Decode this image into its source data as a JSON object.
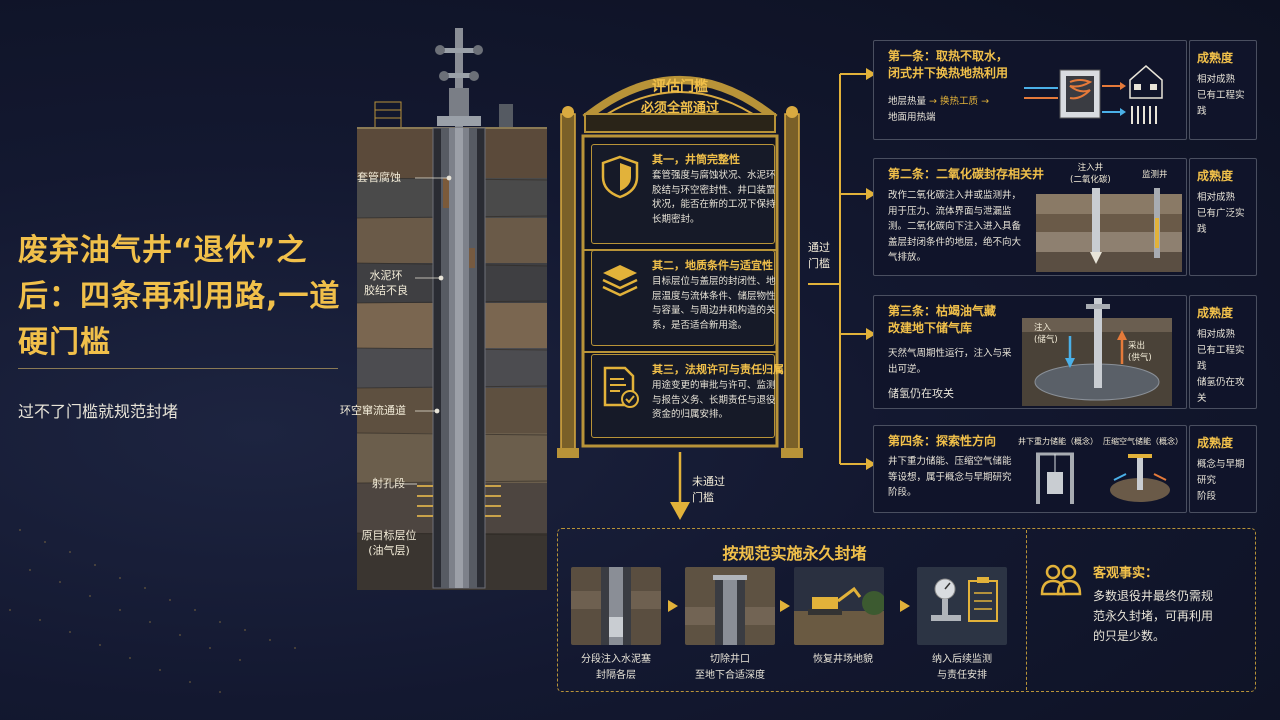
{
  "title": "废弃油气井“退休”之后：四条再利用路,一道硬门槛",
  "subtitle": "过不了门槛就规范封堵",
  "well_labels": {
    "casing": "套管腐蚀",
    "cement": "水泥环\n胶结不良",
    "annulus": "环空窜流通道",
    "perforation": "射孔段",
    "reservoir": "原目标层位\n(油气层)"
  },
  "gate": {
    "title": "评估门槛",
    "subtitle": "必须全部通过",
    "pass_label": "通过\n门槛",
    "fail_label": "未通过\n门槛",
    "criteria": [
      {
        "icon": "shield-icon",
        "title": "其一，井筒完整性",
        "text": "套管强度与腐蚀状况、水泥环胶结与环空密封性、井口装置状况，能否在新的工况下保持长期密封。"
      },
      {
        "icon": "layers-icon",
        "title": "其二，地质条件与适宜性",
        "text": "目标层位与盖层的封闭性、地层温度与流体条件、储层物性与容量、与周边井和构造的关系，是否适合新用途。"
      },
      {
        "icon": "document-check-icon",
        "title": "其三，法规许可与责任归属",
        "text": "用途变更的审批与许可、监测与报告义务、长期责任与退役资金的归属安排。"
      }
    ]
  },
  "paths": [
    {
      "title": "第一条：取热不取水，\n闭式井下换热地热利用",
      "text": "",
      "flow": {
        "a": "地层热量",
        "b": "换热工质",
        "c": "地面用热端"
      },
      "maturity_label": "成熟度",
      "maturity": "相对成熟\n已有工程实践",
      "note": ""
    },
    {
      "title": "第二条：二氧化碳封存相关井",
      "text": "改作二氧化碳注入井或监测井，用于压力、流体界面与泄漏监测。二氧化碳向下注入进入具备盖层封闭条件的地层，绝不向大气排放。",
      "labels": {
        "inject": "注入井\n(二氧化碳)",
        "monitor": "监测井"
      },
      "maturity_label": "成熟度",
      "maturity": "相对成熟\n已有广泛实践",
      "note": ""
    },
    {
      "title": "第三条：枯竭油气藏\n改建地下储气库",
      "text": "天然气周期性运行，注入与采出可逆。",
      "note": "储氢仍在攻关",
      "labels": {
        "inject": "注入\n(储气)",
        "produce": "采出\n(供气)"
      },
      "maturity_label": "成熟度",
      "maturity": "相对成熟\n已有工程实践",
      "maturity_note": "储氢仍在攻关"
    },
    {
      "title": "第四条：探索性方向",
      "text": "井下重力储能、压缩空气储能等设想，属于概念与早期研究阶段。",
      "labels": {
        "gravity": "井下重力储能（概念）",
        "air": "压缩空气储能（概念）"
      },
      "maturity_label": "成熟度",
      "maturity": "概念与早期研究\n阶段",
      "note": ""
    }
  ],
  "plugging": {
    "title": "按规范实施永久封堵",
    "steps": [
      "分段注入水泥塞\n封隔各层",
      "切除井口\n至地下合适深度",
      "恢复井场地貌",
      "纳入后续监测\n与责任安排"
    ]
  },
  "fact": {
    "title": "客观事实：",
    "text": "多数退役井最终仍需规范永久封堵，可再利用的只是少数。"
  },
  "colors": {
    "gold": "#e2b23a",
    "title_gold": "#f1c04a",
    "background": "#131830",
    "panel": "#10142a"
  }
}
